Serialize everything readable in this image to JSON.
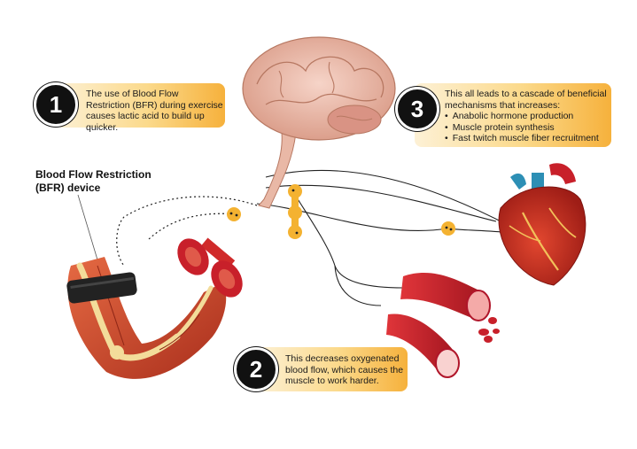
{
  "callouts": [
    {
      "number": "1",
      "text": "The use of Blood Flow Restriction (BFR) during exercise causes lactic acid to build up quicker."
    },
    {
      "number": "2",
      "text": "This decreases oxygenated blood flow, which causes the muscle to work harder."
    },
    {
      "number": "3",
      "text": "This all leads to a cascade of beneficial mechanisms that increases:",
      "bullets": [
        "Anabolic hormone production",
        "Muscle protein synthesis",
        "Fast twitch muscle fiber recruitment"
      ]
    }
  ],
  "device_label": "Blood Flow Restriction (BFR) device",
  "colors": {
    "callout_orange": "#f6b13c",
    "badge_black": "#111111",
    "brain_pink": "#e8b8a8",
    "muscle_red": "#c8402a",
    "bone_yellow": "#f3dc9a",
    "blood_red": "#c8202a",
    "artery_blue": "#2d8fb5"
  },
  "icons": [
    "brain-icon",
    "heart-icon",
    "arm-icon",
    "dumbbell-icon",
    "blood-vessel-icon",
    "nerve-node-icon"
  ]
}
